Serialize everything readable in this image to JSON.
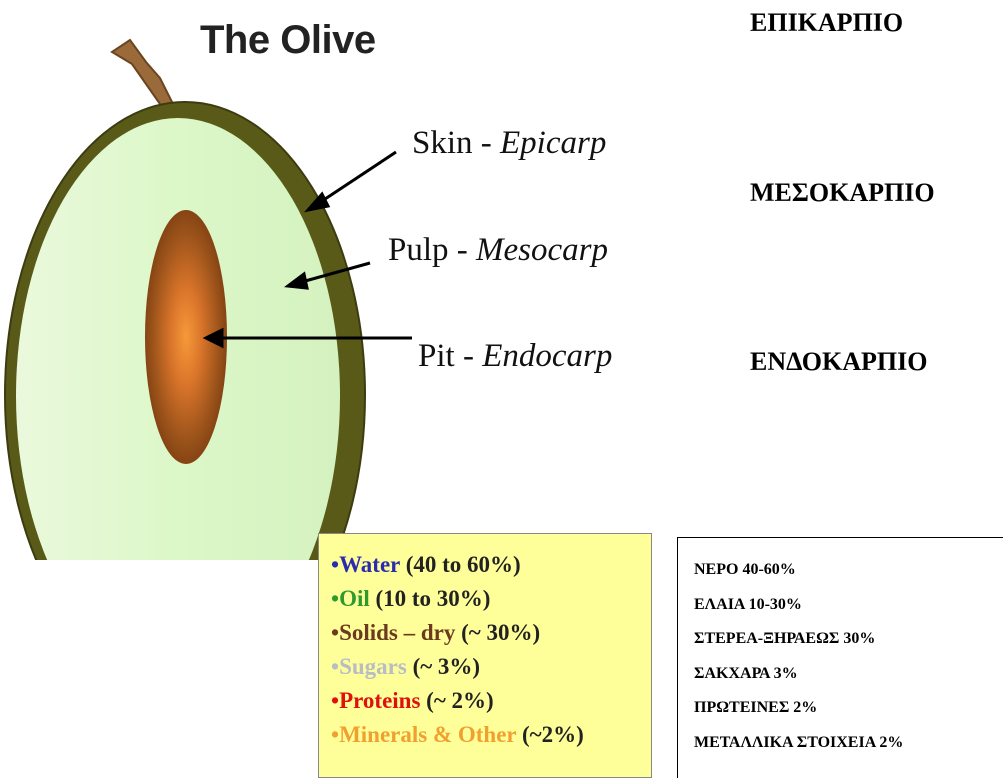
{
  "title": "The Olive",
  "labels": {
    "skin": {
      "en": "Skin - ",
      "lat": "Epicarp"
    },
    "pulp": {
      "en": "Pulp - ",
      "lat": "Mesocarp"
    },
    "pit": {
      "en": "Pit - ",
      "lat": "Endocarp"
    }
  },
  "greek_labels": {
    "epicarp": "ΕΠΙΚΑΡΠΙΟ",
    "mesocarp": "ΜΕΣΟΚΑΡΠΙΟ",
    "endocarp": "ΕΝΔΟΚΑΡΠΙΟ"
  },
  "composition": [
    {
      "name": "Water",
      "value": " (40 to 60%)",
      "color": "#2b2bb0"
    },
    {
      "name": "Oil",
      "value": " (10 to 30%)",
      "color": "#2e9a2e"
    },
    {
      "name": "Solids – dry",
      "value": " (~ 30%)",
      "color": "#6b3a1f"
    },
    {
      "name": "Sugars",
      "value": " (~ 3%)",
      "color": "#b8bcc4"
    },
    {
      "name": "Proteins",
      "value": " (~ 2%)",
      "color": "#e01010"
    },
    {
      "name": "Minerals & Other",
      "value": " (~2%)",
      "color": "#f0a030"
    }
  ],
  "greek_composition": [
    "ΝΕΡΟ 40-60%",
    "ΕΛΑΙΑ 10-30%",
    "ΣΤΕΡΕΑ-ΞΗΡΑΕΩΣ 30%",
    "ΣΑΚΧΑΡΑ 3%",
    "ΠΡΩΤΕΙΝΕΣ 2%",
    "ΜΕΤΑΛΛΙΚΑ ΣΤΟΙΧΕΙΑ 2%"
  ],
  "colors": {
    "skin": "#5a5a18",
    "pulp": "#dcf8c8",
    "pit": "#8a4a14",
    "pit_center": "#f08a30",
    "stem": "#9a6a3a",
    "box": "#ffff99"
  }
}
